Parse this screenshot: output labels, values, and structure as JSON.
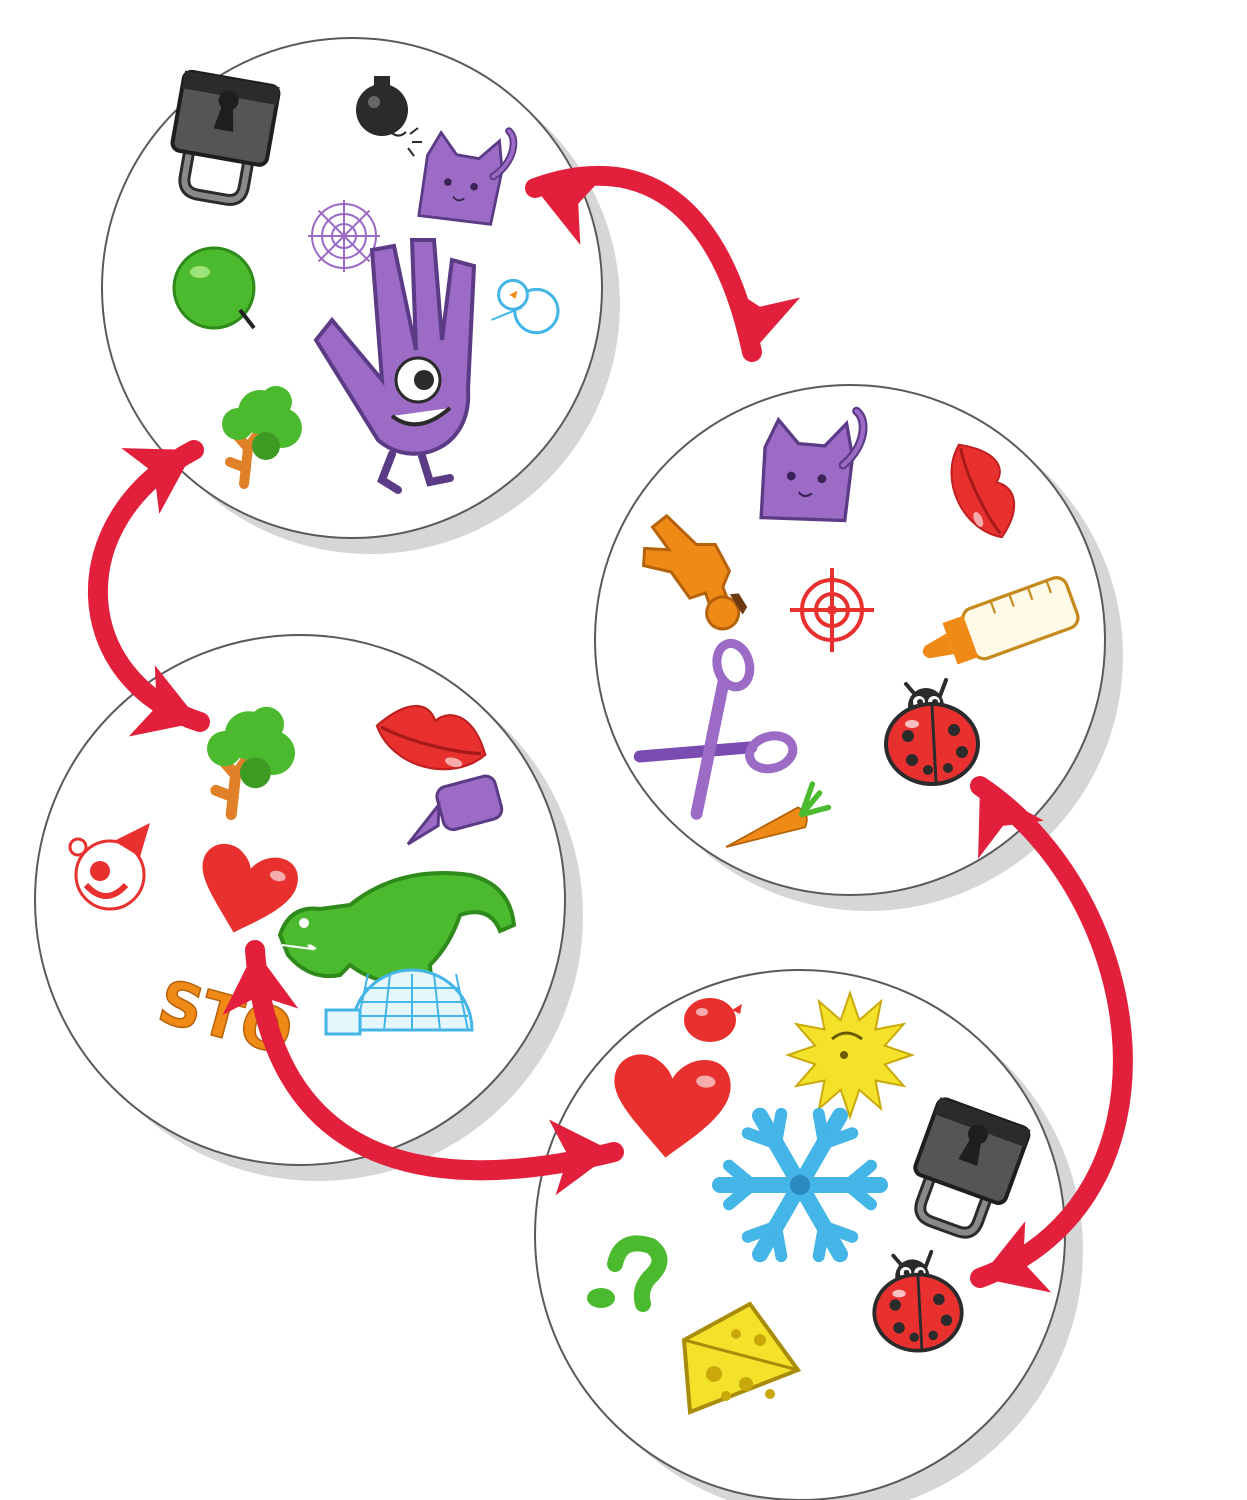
{
  "colors": {
    "background": "#ffffff",
    "card_face": "#ffffff",
    "card_outline": "#5a5a5a",
    "card_shadow": "#d6d6d6",
    "arrow": "#e2203b",
    "purple": "#9b6bc6",
    "green": "#4cba2e",
    "red": "#e8312f",
    "orange": "#f08a17",
    "black": "#2b2b2b",
    "blue": "#43b5e6",
    "yellow": "#f4e22a"
  },
  "cards": [
    {
      "id": "top-left",
      "symbols": [
        "padlock-icon",
        "bomb-icon",
        "cat-icon",
        "spider-web-icon",
        "apple-icon",
        "snowman-icon",
        "hand-icon",
        "tree-icon"
      ]
    },
    {
      "id": "right",
      "symbols": [
        "cat-icon",
        "lips-icon",
        "gingerbread-man-icon",
        "target-icon",
        "baby-bottle-icon",
        "scissors-icon",
        "ladybug-icon",
        "carrot-icon"
      ]
    },
    {
      "id": "left",
      "symbols": [
        "tree-icon",
        "lips-icon",
        "candle-icon",
        "clown-icon",
        "heart-icon",
        "dinosaur-icon",
        "stop-sign-icon",
        "igloo-icon"
      ],
      "stop_text": "STO"
    },
    {
      "id": "bottom",
      "symbols": [
        "balloon-icon",
        "sun-icon",
        "heart-icon",
        "snowflake-icon",
        "padlock-icon",
        "question-mark-icon",
        "cheese-icon",
        "ladybug-icon"
      ]
    }
  ],
  "matches": [
    {
      "from": "top-left",
      "to": "right",
      "symbol": "cat-icon"
    },
    {
      "from": "top-left",
      "to": "left",
      "symbol": "tree-icon"
    },
    {
      "from": "left",
      "to": "bottom",
      "symbol": "heart-icon"
    },
    {
      "from": "right",
      "to": "bottom",
      "symbol": "ladybug-icon"
    }
  ]
}
